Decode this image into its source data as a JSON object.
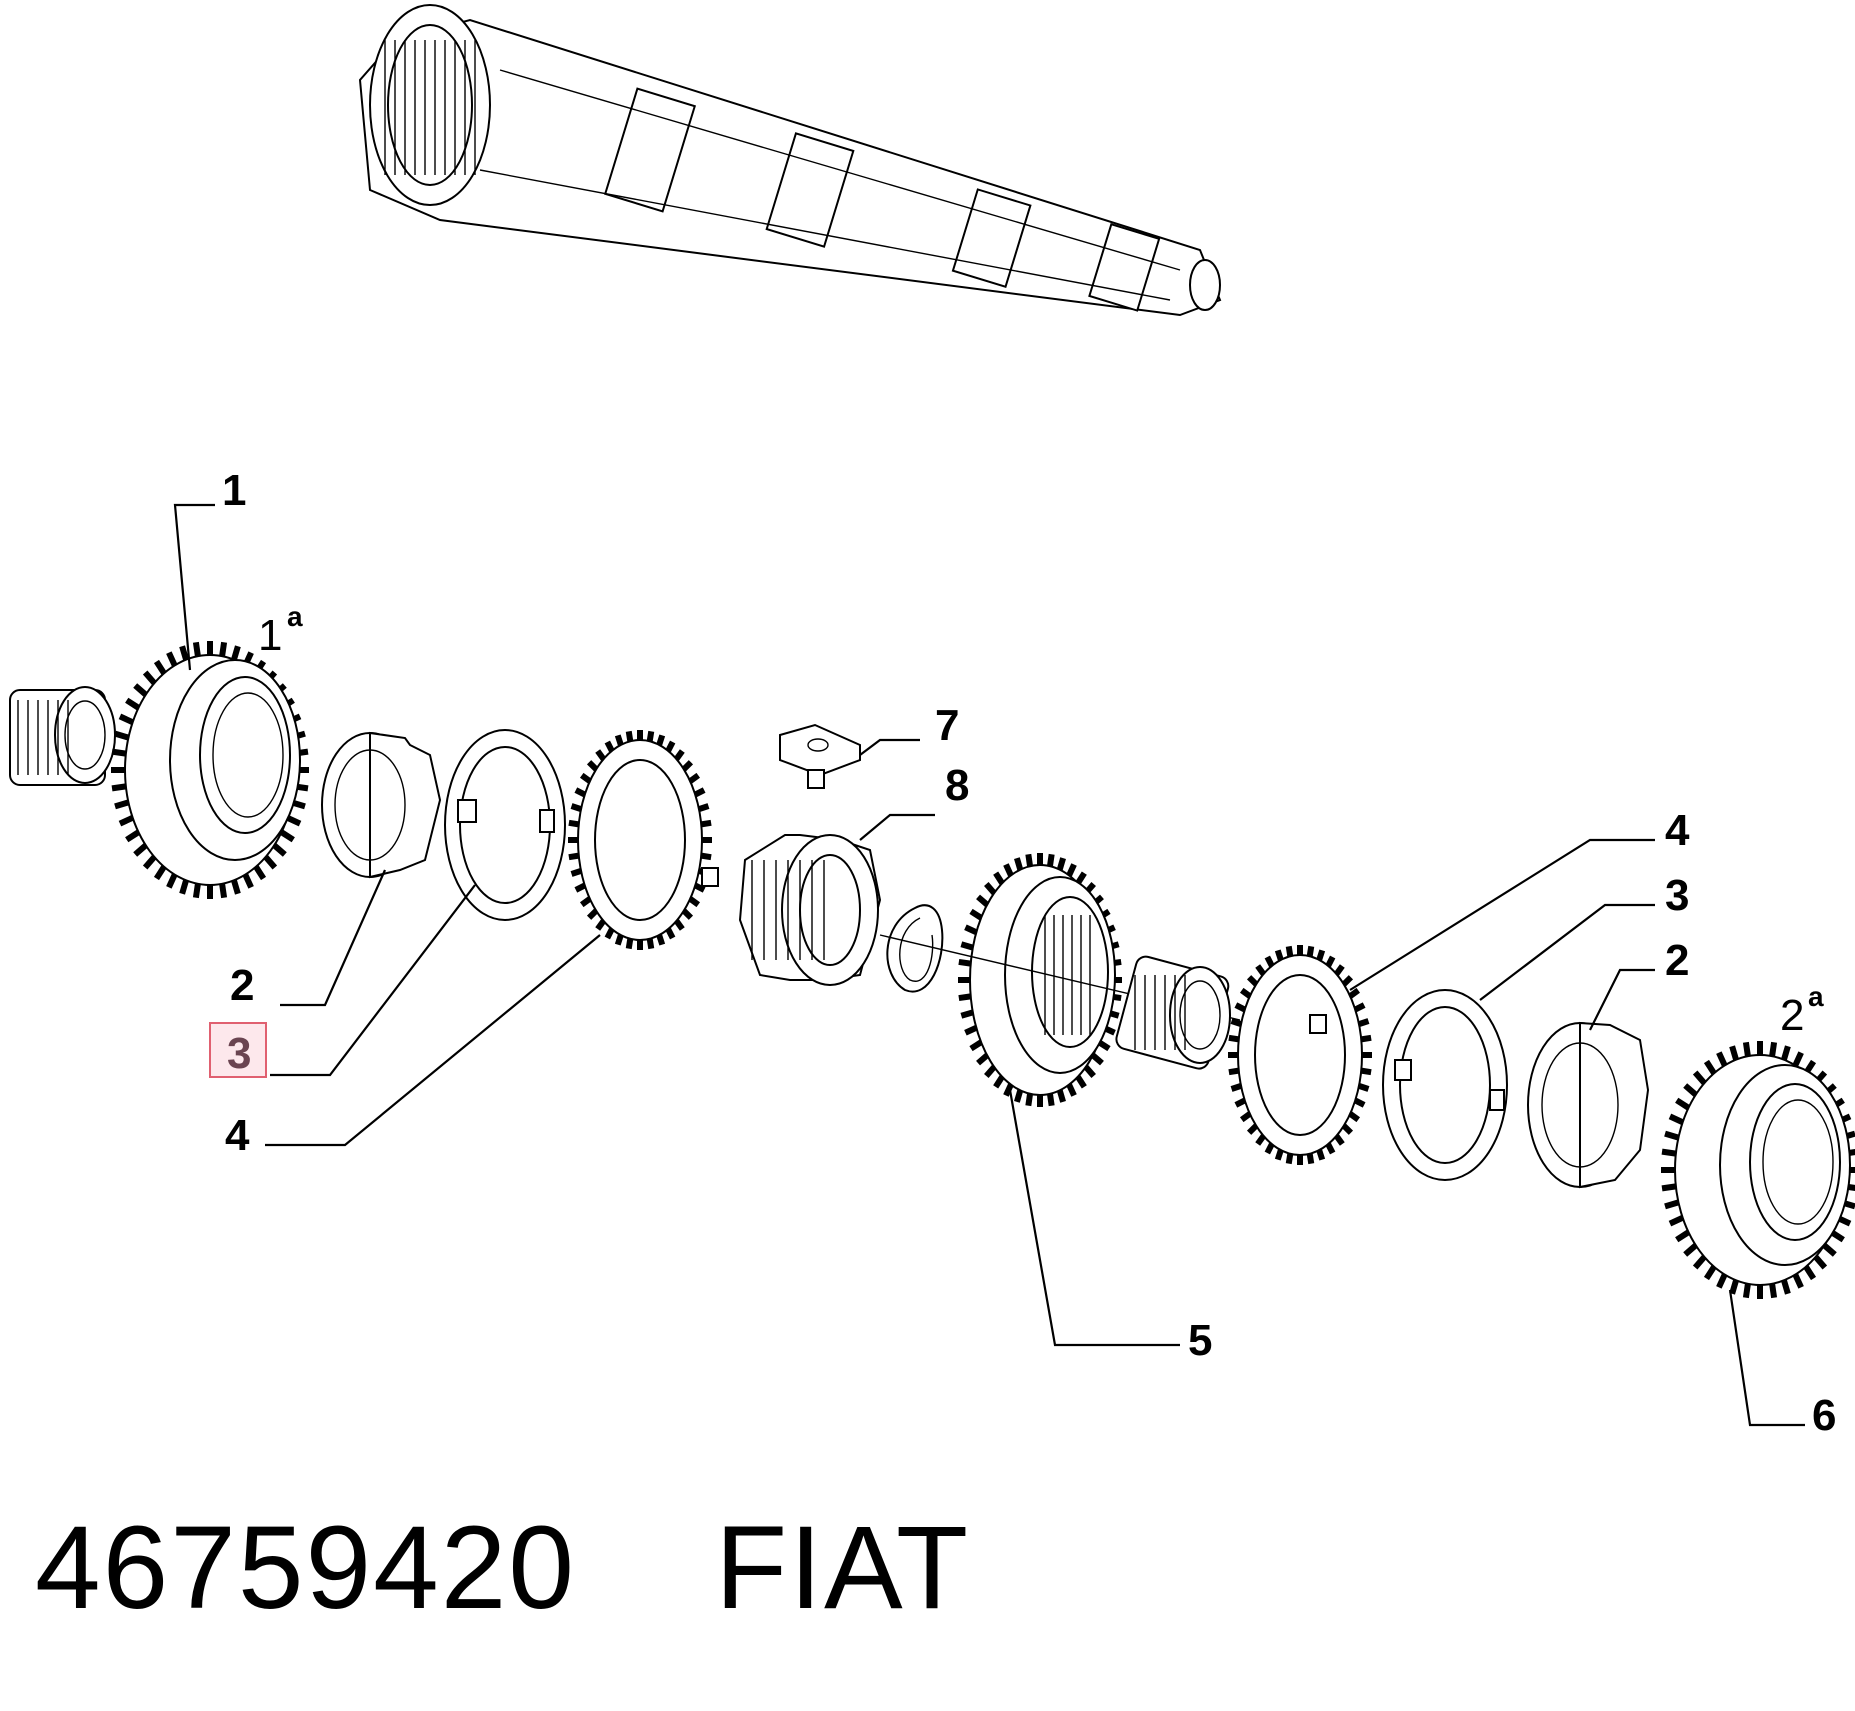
{
  "footer": {
    "part_number": "46759420",
    "brand": "FIAT"
  },
  "gear_labels": {
    "first": {
      "main": "1",
      "sup": "a"
    },
    "second": {
      "main": "2",
      "sup": "a"
    }
  },
  "callouts": {
    "c1": "1",
    "c2_left": "2",
    "c3_left": "3",
    "c4_left": "4",
    "c5": "5",
    "c6": "6",
    "c7": "7",
    "c8": "8",
    "c4_right": "4",
    "c3_right": "3",
    "c2_right": "2"
  },
  "highlight": {
    "callout": "3",
    "color": "#e06070"
  }
}
